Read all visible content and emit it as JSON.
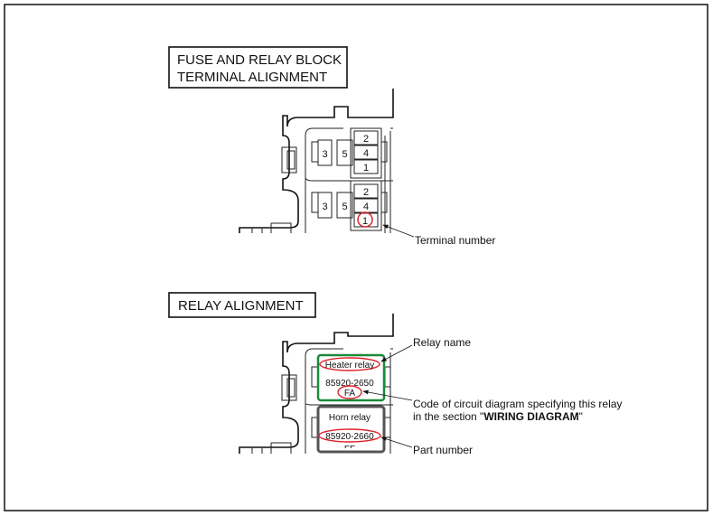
{
  "section1": {
    "title_line1": "FUSE AND RELAY BLOCK",
    "title_line2": "TERMINAL ALIGNMENT",
    "relay_top": {
      "left_terminal": "3",
      "mid_terminal": "5",
      "right_terminals": [
        "2",
        "4",
        "1"
      ]
    },
    "relay_bottom": {
      "left_terminal": "3",
      "mid_terminal": "5",
      "right_terminals": [
        "2",
        "4",
        "1"
      ]
    },
    "callout_terminal_number": "Terminal number"
  },
  "section2": {
    "title": "RELAY ALIGNMENT",
    "heater_relay": {
      "name": "Heater relay",
      "part_number": "85920-2650",
      "code": "FA"
    },
    "horn_relay": {
      "name": "Horn relay",
      "part_number": "85920-2660",
      "code": "FF"
    },
    "callout_relay_name": "Relay name",
    "callout_code_line1": "Code of circuit diagram specifying this relay",
    "callout_code_line2_prefix": "in the section \"",
    "callout_code_line2_bold": "WIRING DIAGRAM",
    "callout_code_line2_suffix": "\"",
    "callout_part_number": "Part number"
  },
  "colors": {
    "highlight": "#e0202a",
    "heater_border": "#1a8a3a",
    "horn_border": "#555555"
  }
}
